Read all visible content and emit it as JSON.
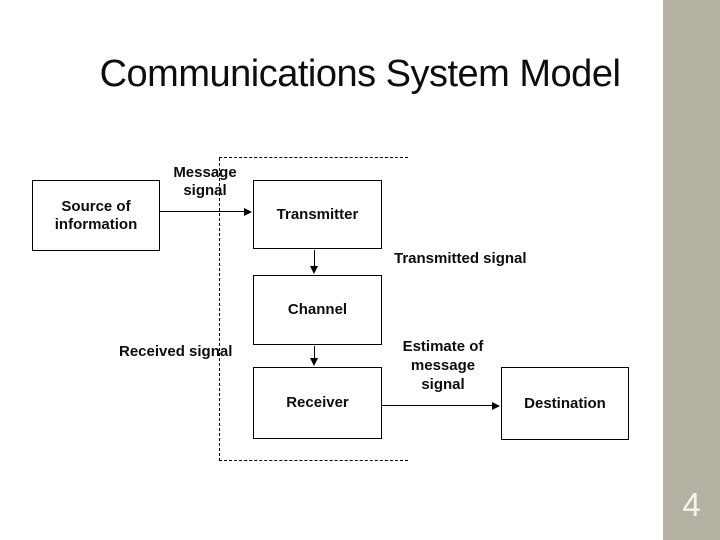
{
  "slide": {
    "title": "Communications System Model",
    "page_number": "4"
  },
  "colors": {
    "background": "#ffffff",
    "sidebar_bar": "#b4b0a2",
    "page_number_text": "#f5f3ec",
    "diagram_line": "#000000",
    "text": "#0d0d0d"
  },
  "diagram": {
    "boxes": {
      "source": {
        "label": "Source of\ninformation"
      },
      "transmitter": {
        "label": "Transmitter"
      },
      "channel": {
        "label": "Channel"
      },
      "receiver": {
        "label": "Receiver"
      },
      "destination": {
        "label": "Destination"
      }
    },
    "signal_labels": {
      "message": {
        "label": "Message\nsignal"
      },
      "transmitted": {
        "label": "Transmitted signal"
      },
      "received": {
        "label": "Received signal"
      },
      "estimate": {
        "label": "Estimate of\nmessage\nsignal"
      }
    }
  }
}
